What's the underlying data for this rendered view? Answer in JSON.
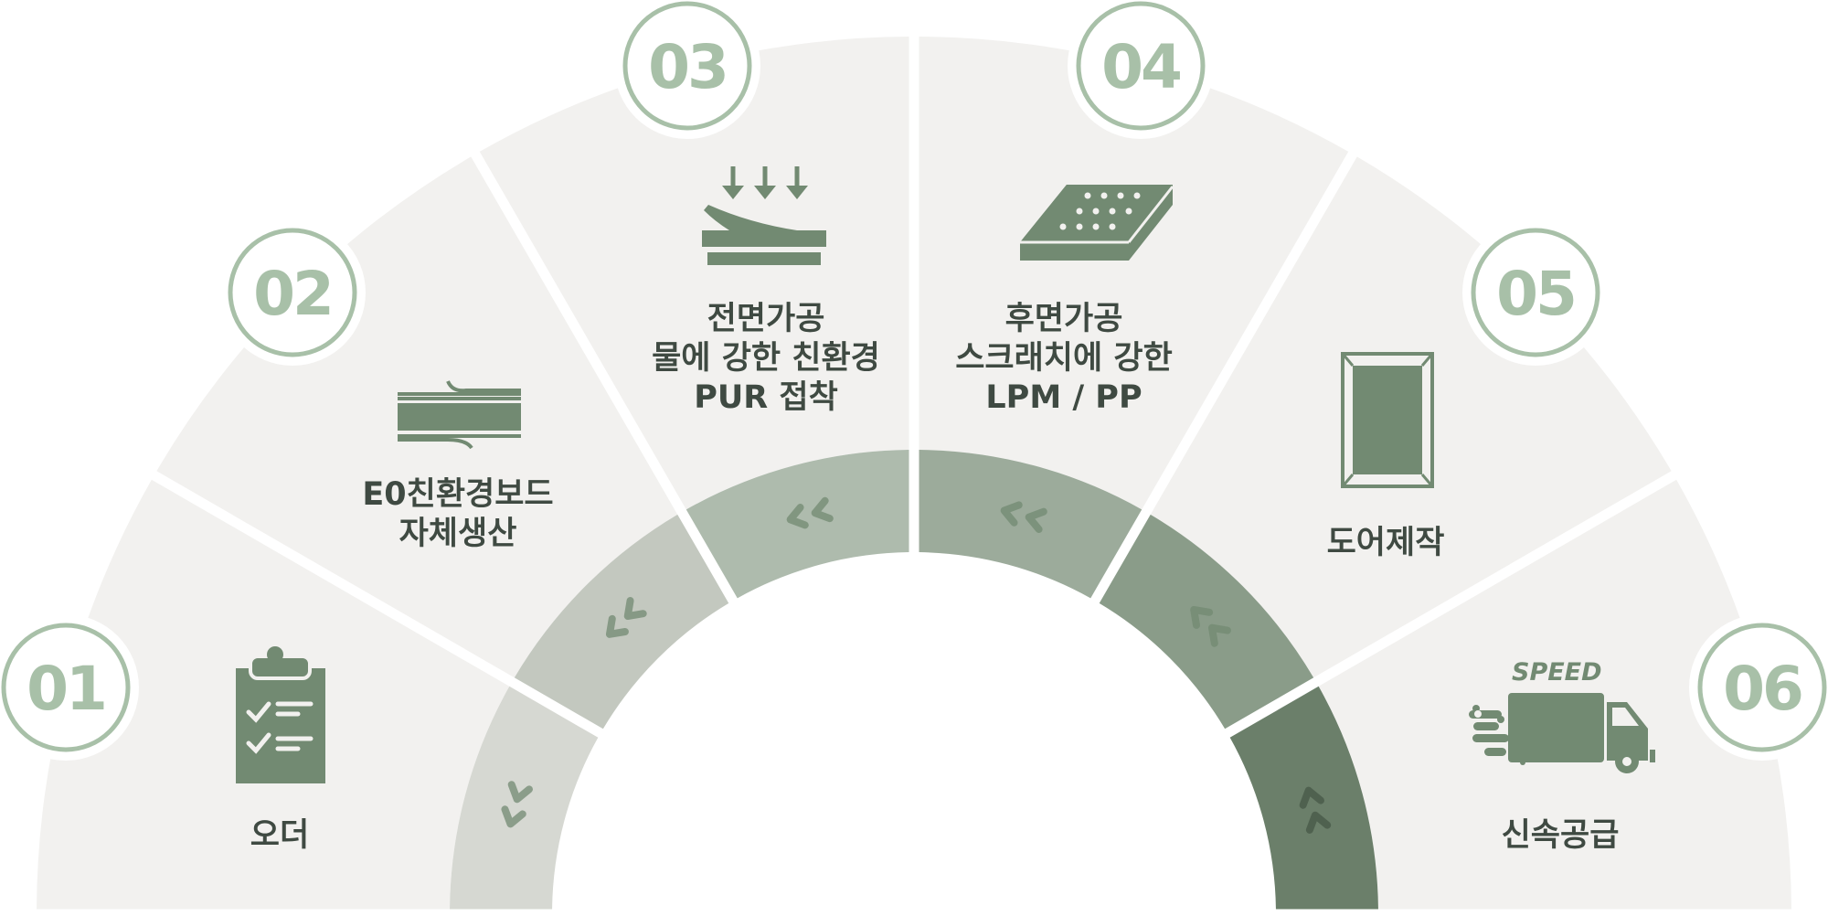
{
  "steps": [
    {
      "number": "01",
      "label_lines": [
        "오더"
      ],
      "icon": "clipboard-checklist-icon"
    },
    {
      "number": "02",
      "label_lines": [
        "E0친환경보드",
        "자체생산"
      ],
      "icon": "board-layers-icon"
    },
    {
      "number": "03",
      "label_lines": [
        "전면가공",
        "물에 강한 친환경",
        "PUR 접착"
      ],
      "icon": "press-lamination-icon"
    },
    {
      "number": "04",
      "label_lines": [
        "후면가공",
        "스크래치에 강한",
        "LPM / PP"
      ],
      "icon": "textured-panel-icon"
    },
    {
      "number": "05",
      "label_lines": [
        "도어제작"
      ],
      "icon": "door-panel-icon"
    },
    {
      "number": "06",
      "label_lines": [
        "신속공급"
      ],
      "icon": "delivery-truck-icon"
    }
  ],
  "truck_text": "SPEED",
  "colors": {
    "segment": "#f2f1ef",
    "badge_ring": "#a8c0a8",
    "icon": "#728a72",
    "label": "#3f4a42",
    "progress": [
      "#d6d8d2",
      "#c3c8bf",
      "#aebbad",
      "#9cab9b",
      "#8a9c89",
      "#6b7f6a"
    ]
  }
}
